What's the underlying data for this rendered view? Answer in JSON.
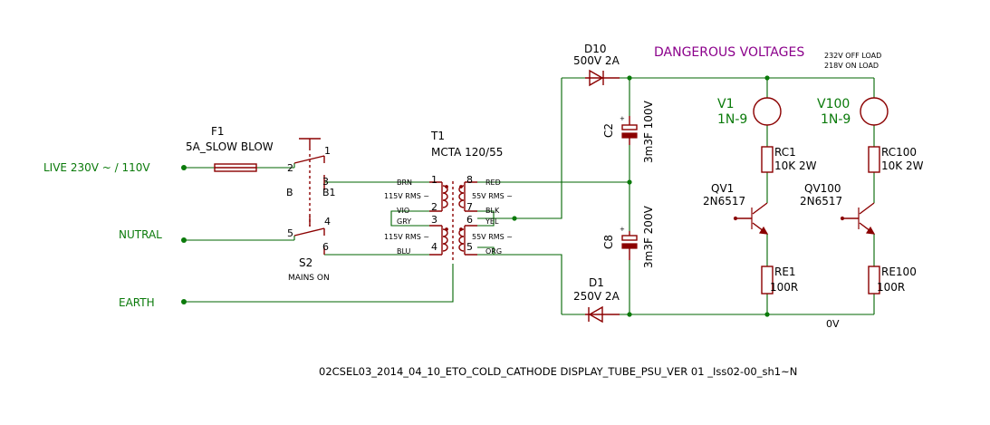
{
  "nets": {
    "live": "LIVE 230V ~ / 110V",
    "neutral": "NUTRAL",
    "earth": "EARTH",
    "zero_volt": "0V"
  },
  "warning": {
    "title": "DANGEROUS VOLTAGES",
    "off_load": "232V OFF LOAD",
    "on_load": "218V ON LOAD"
  },
  "fuse": {
    "ref": "F1",
    "value": "5A_SLOW BLOW"
  },
  "switch": {
    "ref": "S2",
    "value": "MAINS ON",
    "pins": [
      "1",
      "2",
      "3",
      "B",
      "B1",
      "4",
      "5",
      "6"
    ]
  },
  "transformer": {
    "ref": "T1",
    "value": "MCTA 120/55",
    "pin_numbers": [
      "1",
      "2",
      "3",
      "4",
      "5",
      "6",
      "7",
      "8"
    ],
    "wire_colors": [
      "BRN",
      "VIO",
      "GRY",
      "BLU",
      "RED",
      "BLK",
      "YEL",
      "ORG"
    ],
    "primary_rating": "115V RMS ~",
    "secondary_rating": "55V RMS ~"
  },
  "diodes": [
    {
      "ref": "D10",
      "value": "500V 2A"
    },
    {
      "ref": "D1",
      "value": "250V 2A"
    }
  ],
  "capacitors": [
    {
      "ref": "C2",
      "value": "3m3F 100V"
    },
    {
      "ref": "C8",
      "value": "3m3F 200V"
    }
  ],
  "tubes": [
    {
      "ref": "V1",
      "value": "1N-9"
    },
    {
      "ref": "V100",
      "value": "1N-9"
    }
  ],
  "resistors": [
    {
      "ref": "RC1",
      "value": "10K 2W"
    },
    {
      "ref": "RC100",
      "value": "10K 2W"
    },
    {
      "ref": "RE1",
      "value": "100R"
    },
    {
      "ref": "RE100",
      "value": "100R"
    }
  ],
  "transistors": [
    {
      "ref": "QV1",
      "value": "2N6517"
    },
    {
      "ref": "QV100",
      "value": "2N6517"
    }
  ],
  "footer": "02CSEL03_2014_04_10_ETO_COLD_CATHODE DISPLAY_TUBE_PSU_VER 01 _Iss02-00_sh1~N"
}
